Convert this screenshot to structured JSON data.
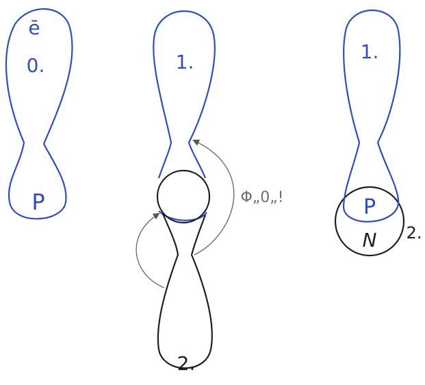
{
  "colors": {
    "blue_ink": "#2f4bc6",
    "black_ink": "#1e1e1e",
    "grey_ink": "#6e6e6e",
    "paper": "#ffffff"
  },
  "figures": {
    "left": {
      "top_symbol": "ē",
      "top_label": "0.",
      "bottom_label": "P"
    },
    "middle": {
      "top_label": "1.",
      "bottom_label": "2.",
      "arrow_label": "Φ„0„!"
    },
    "right": {
      "top_label": "1.",
      "circle_top_label": "P",
      "circle_bottom_label": "N",
      "side_label": "2."
    }
  }
}
